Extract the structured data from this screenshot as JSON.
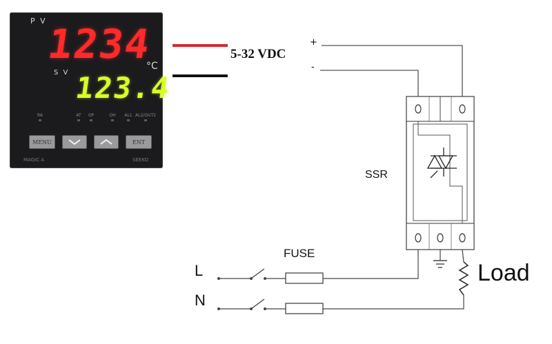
{
  "controller": {
    "pv_label": "P V",
    "sv_label": "S V",
    "unit": "°C",
    "pv_value": "1234",
    "sv_value": "123.4",
    "indicators": [
      "RA",
      "AT",
      "OP",
      "OH",
      "AL1",
      "AL2/OUT2"
    ],
    "buttons": {
      "menu": "MENU",
      "down": "down",
      "up": "up",
      "ent": "ENT"
    },
    "brand_left": "MAGIC A",
    "brand_right": "SEEKO"
  },
  "supply_label": "5-32 VDC",
  "plus_sign": "+",
  "minus_sign": "-",
  "ssr_label": "SSR",
  "fuse_label": "FUSE",
  "line_label": "L",
  "neutral_label": "N",
  "load_label": "Load",
  "colors": {
    "positive_wire": "#d8262a",
    "negative_wire": "#111111",
    "circuit": "#444444",
    "pv_digits": "#ff2a2a",
    "sv_digits": "#d8ff2a"
  }
}
